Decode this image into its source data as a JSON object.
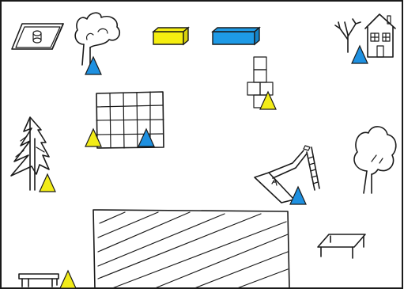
{
  "colors": {
    "marker_blue": "#1e90e0",
    "marker_yellow": "#f2ec18",
    "block_blue": "#1e9ae6",
    "block_yellow": "#f5ee10",
    "outline": "#1a1a1a",
    "background": "#ffffff"
  },
  "legend": [],
  "objects": [
    {
      "id": "sandbox",
      "label": "sandbox-icon"
    },
    {
      "id": "tree-top-left",
      "label": "tree-icon"
    },
    {
      "id": "yellow-block",
      "label": "yellow-block-icon"
    },
    {
      "id": "blue-block",
      "label": "blue-block-icon"
    },
    {
      "id": "bare-tree",
      "label": "bare-tree-icon"
    },
    {
      "id": "house",
      "label": "house-icon"
    },
    {
      "id": "hopscotch",
      "label": "hopscotch-icon"
    },
    {
      "id": "climbing-grid",
      "label": "climbing-grid-icon"
    },
    {
      "id": "pine-tree",
      "label": "pine-tree-icon"
    },
    {
      "id": "deciduous-tree-right",
      "label": "tree-icon"
    },
    {
      "id": "slide",
      "label": "slide-icon"
    },
    {
      "id": "hatched-field",
      "label": "hatched-field-area"
    },
    {
      "id": "table-right",
      "label": "table-icon"
    },
    {
      "id": "bench-bottom-left",
      "label": "bench-icon"
    }
  ],
  "markers": [
    {
      "near": "tree-top-left",
      "color": "blue"
    },
    {
      "near": "bare-tree",
      "color": "blue"
    },
    {
      "near": "hopscotch",
      "color": "yellow"
    },
    {
      "near": "climbing-grid",
      "color": "yellow"
    },
    {
      "near": "climbing-grid",
      "color": "blue"
    },
    {
      "near": "pine-tree",
      "color": "yellow"
    },
    {
      "near": "slide",
      "color": "blue"
    },
    {
      "near": "bench-bottom-left",
      "color": "yellow"
    }
  ]
}
